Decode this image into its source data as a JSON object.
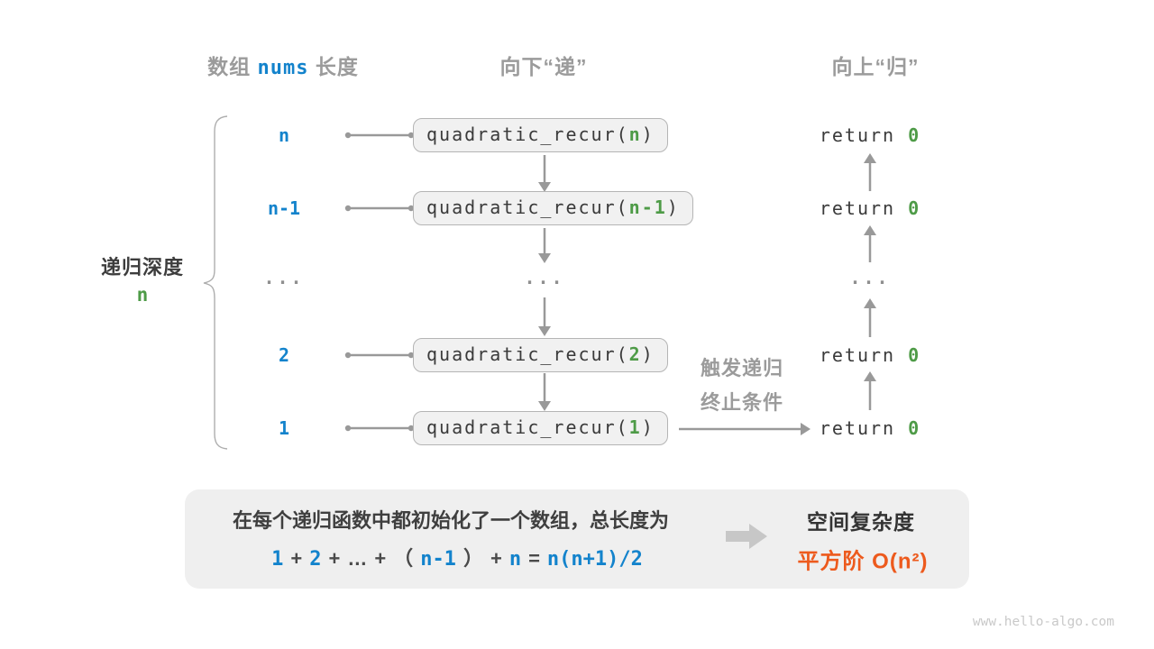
{
  "headers": {
    "left_pre": "数组 ",
    "left_code": "nums",
    "left_post": " 长度",
    "mid": "向下“递”",
    "right": "向上“归”"
  },
  "left_annotation": {
    "line1": "递归深度",
    "line2": "n"
  },
  "rows": [
    {
      "label": "n",
      "call_prefix": "quadratic_recur(",
      "param": "n",
      "call_suffix": ")",
      "return_prefix": "return ",
      "return_value": "0"
    },
    {
      "label": "n-1",
      "call_prefix": "quadratic_recur(",
      "param": "n-1",
      "call_suffix": ")",
      "return_prefix": "return ",
      "return_value": "0"
    },
    {
      "label": "2",
      "call_prefix": "quadratic_recur(",
      "param": "2",
      "call_suffix": ")",
      "return_prefix": "return ",
      "return_value": "0"
    },
    {
      "label": "1",
      "call_prefix": "quadratic_recur(",
      "param": "1",
      "call_suffix": ")",
      "return_prefix": "return ",
      "return_value": "0"
    }
  ],
  "ellipsis": {
    "labels": "...",
    "calls": "...",
    "returns": "..."
  },
  "base_case_note": {
    "line1": "触发递归",
    "line2": "终止条件"
  },
  "summary": {
    "description": "在每个递归函数中都初始化了一个数组，总长度为",
    "formula_tokens": [
      "1",
      "+",
      "2",
      "+",
      "…",
      "+",
      "（",
      "n-1",
      "）",
      "+",
      "n",
      "=",
      "n(n+1)/2"
    ],
    "result_title": "空间复杂度",
    "result_value": "平方阶 O(n²)"
  },
  "watermark": "www.hello-algo.com",
  "colors": {
    "accent_blue": "#1383cc",
    "accent_green": "#4e9b47",
    "accent_orange": "#ed5a1d",
    "muted_gray": "#9b9b9b",
    "arrow_gray": "#999999",
    "box_fill": "#f1f1f1",
    "panel_fill": "#efefef"
  }
}
